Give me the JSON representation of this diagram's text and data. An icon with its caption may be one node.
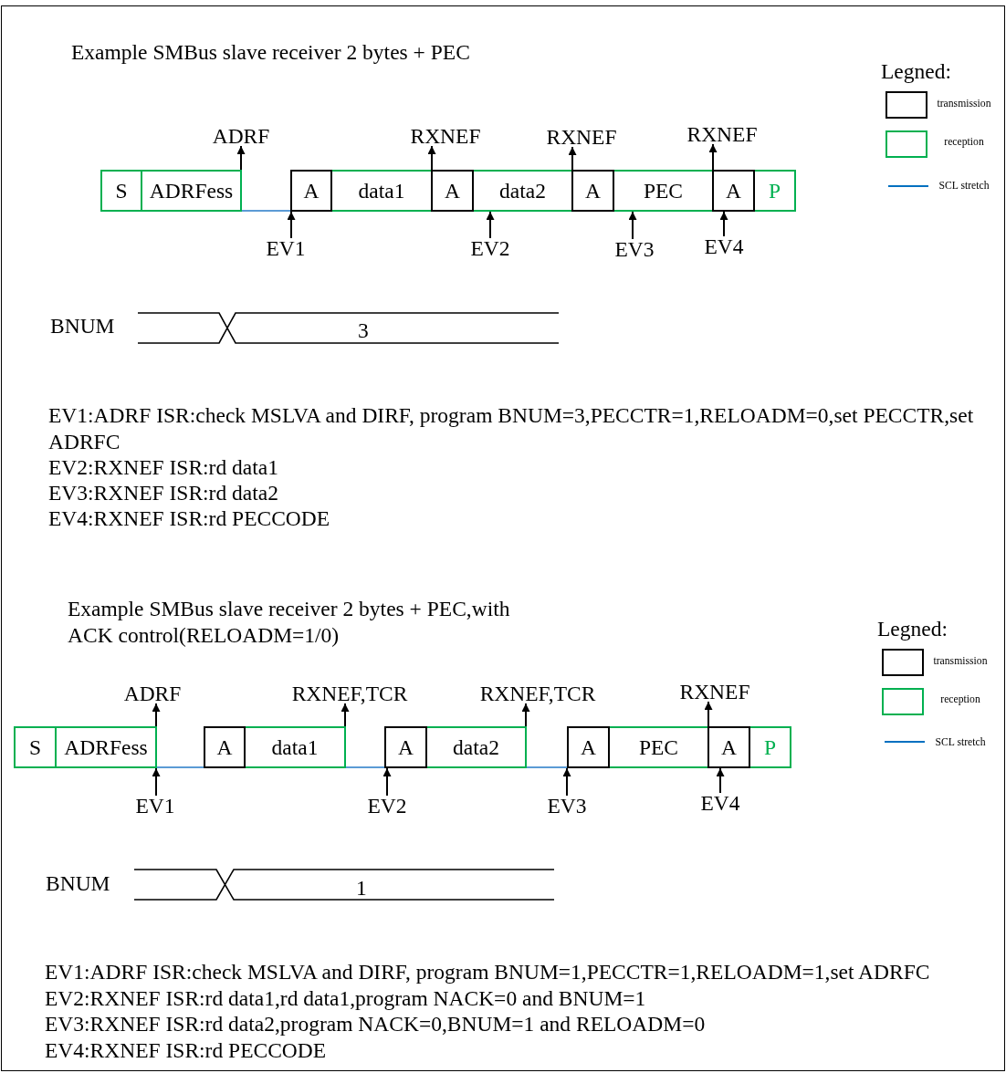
{
  "diagram": {
    "nodes": [
      {
        "text": [
          "S"
        ]
      },
      {
        "text": [
          "ADRFess"
        ]
      },
      {
        "text": [
          "A"
        ]
      },
      {
        "text": [
          "data1"
        ]
      },
      {
        "text": [
          "A"
        ]
      },
      {
        "text": [
          "data2"
        ]
      },
      {
        "text": [
          "A"
        ]
      },
      {
        "text": [
          "PEC"
        ]
      },
      {
        "text": [
          "A"
        ]
      },
      {
        "text": [
          "P"
        ]
      },
      {
        "text": [
          "ADRF"
        ]
      },
      {
        "text": [
          "RXNEF"
        ]
      },
      {
        "text": [
          "RXNEF"
        ]
      },
      {
        "text": [
          "RXNEF"
        ]
      },
      {
        "text": [
          "EV1"
        ]
      },
      {
        "text": [
          "EV2"
        ]
      },
      {
        "text": [
          "EV3"
        ]
      },
      {
        "text": [
          "EV4"
        ]
      },
      {
        "text": [
          "S"
        ]
      },
      {
        "text": [
          "ADRFess"
        ]
      },
      {
        "text": [
          "A"
        ]
      },
      {
        "text": [
          "data1"
        ]
      },
      {
        "text": [
          "A"
        ]
      },
      {
        "text": [
          "data2"
        ]
      },
      {
        "text": [
          "A"
        ]
      },
      {
        "text": [
          "PEC"
        ]
      },
      {
        "text": [
          "A"
        ]
      },
      {
        "text": [
          "P"
        ]
      },
      {
        "text": [
          "ADRF"
        ]
      },
      {
        "text": [
          "RXNEF,TCR"
        ]
      },
      {
        "text": [
          "RXNEF,TCR"
        ]
      },
      {
        "text": [
          "RXNEF"
        ]
      },
      {
        "text": [
          "EV1"
        ]
      },
      {
        "text": [
          "EV2"
        ]
      },
      {
        "text": [
          "EV3"
        ]
      },
      {
        "text": [
          "EV4"
        ]
      }
    ],
    "edges": [
      {
        "from": 1,
        "to": 2,
        "arrow": "none",
        "color": "#5b9bd5"
      },
      {
        "from": 1,
        "to": 10,
        "arrow": "to"
      },
      {
        "from": 3,
        "to": 11,
        "arrow": "to"
      },
      {
        "from": 5,
        "to": 12,
        "arrow": "to"
      },
      {
        "from": 7,
        "to": 13,
        "arrow": "to"
      },
      {
        "from": 14,
        "to": 2,
        "arrow": "to"
      },
      {
        "from": 15,
        "to": 5,
        "arrow": "to"
      },
      {
        "from": 16,
        "to": 7,
        "arrow": "to"
      },
      {
        "from": 17,
        "to": 8,
        "arrow": "to"
      },
      {
        "from": 19,
        "to": 20,
        "arrow": "none",
        "color": "#5b9bd5"
      },
      {
        "from": 21,
        "to": 22,
        "arrow": "none",
        "color": "#5b9bd5"
      },
      {
        "from": 23,
        "to": 24,
        "arrow": "none",
        "color": "#5b9bd5"
      },
      {
        "from": 19,
        "to": 28,
        "arrow": "to"
      },
      {
        "from": 21,
        "to": 29,
        "arrow": "to"
      },
      {
        "from": 23,
        "to": 30,
        "arrow": "to"
      },
      {
        "from": 25,
        "to": 31,
        "arrow": "to"
      },
      {
        "from": 32,
        "to": 19,
        "arrow": "to"
      },
      {
        "from": 33,
        "to": 22,
        "arrow": "to"
      },
      {
        "from": 34,
        "to": 24,
        "arrow": "to"
      },
      {
        "from": 35,
        "to": 26,
        "arrow": "to"
      }
    ],
    "labels": [
      "Example SMBus slave receiver 2 bytes + PEC",
      "Legned:",
      "BNUM",
      "3",
      "EV1:ADRF ISR:check MSLVA and DIRF, program BNUM=3,PECCTR=1,RELOADM=0,set PECCTR,set ADRFC",
      "EV2:RXNEF ISR:rd data1",
      "EV3:RXNEF ISR:rd data2",
      "EV4:RXNEF ISR:rd PECCODE",
      "Example SMBus slave receiver 2 bytes + PEC,with ACK control(RELOADM=1/0)",
      "Legned:",
      "BNUM",
      "1",
      "EV1:ADRF ISR:check MSLVA and DIRF, program BNUM=1,PECCTR=1,RELOADM=1,set ADRFC",
      "EV2:RXNEF ISR:rd data1,rd data1,program NACK=0 and BNUM=1",
      "EV3:RXNEF ISR:rd data2,program NACK=0,BNUM=1 and RELOADM=0",
      "EV4:RXNEF ISR:rd PECCODE"
    ],
    "legend": [
      {
        "text": "transmission"
      },
      {
        "text": "reception"
      },
      {
        "text": "SCL stretch"
      },
      {
        "text": "transmission"
      },
      {
        "text": "reception"
      },
      {
        "text": "SCL stretch"
      }
    ]
  }
}
